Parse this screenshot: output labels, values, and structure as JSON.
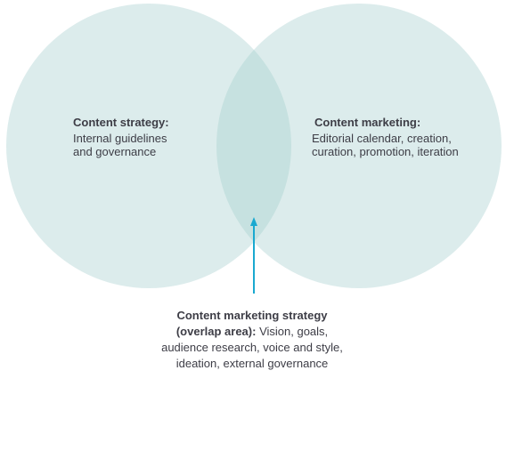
{
  "colors": {
    "circle_fill": "#dcecec",
    "overlap_fill": "#c6e1e0",
    "arrow": "#1aa9d0",
    "text": "#3d3d46"
  },
  "left_circle": {
    "title": "Content strategy:",
    "body_line1": "Internal guidelines",
    "body_line2": "and governance"
  },
  "right_circle": {
    "title": "Content marketing:",
    "body_line1": "Editorial calendar, creation,",
    "body_line2": "curation, promotion, iteration"
  },
  "overlap": {
    "title_line1": "Content marketing strategy",
    "title_line2": "(overlap area):",
    "body_line1": "Vision, goals,",
    "body_line2": "audience research, voice and style,",
    "body_line3": "ideation, external governance"
  }
}
